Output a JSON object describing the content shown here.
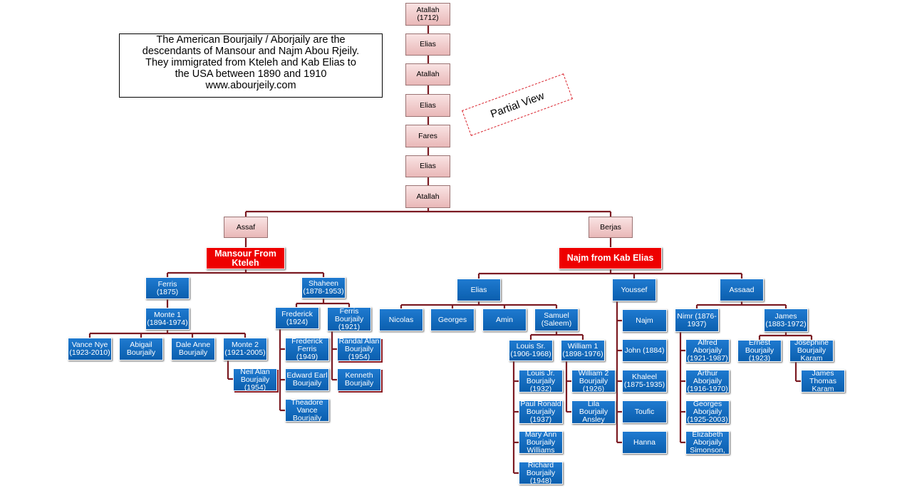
{
  "intro": {
    "lines": [
      "The American Bourjaily / Aborjaily are the",
      "descendants of Mansour and Najm Abou Rjeily.",
      "They immigrated from Kteleh and Kab Elias to",
      "the USA between 1890 and 1910",
      "www.abourjeily.com"
    ]
  },
  "partial_view": "Partial View",
  "ancestors": [
    "Atallah\n(1712)",
    "Elias",
    "Atallah",
    "Elias",
    "Fares",
    "Elias",
    "Atallah"
  ],
  "branches": {
    "left": {
      "name": "Assaf",
      "head": "Mansour From\nKteleh",
      "ferris": "Ferris\n(1875)",
      "monte1": "Monte 1\n(1894-1974)",
      "monte1_children": [
        "Vance Nye\n(1923-2010)",
        "Abigail\nBourjaily",
        "Dale Anne\nBourjaily",
        "Monte 2\n(1921-2005)"
      ],
      "neil": "Neil Alan\nBourjaily\n(1954)",
      "shaheen": "Shaheen\n(1878-1953)",
      "frederick": "Frederick\n(1924)",
      "frederick_children": [
        "Frederick\nFerris\n(1949)",
        "Edward Earl\nBourjaily",
        "Theadore\nVance\nBourjaily"
      ],
      "ferris_b": "Ferris\nBourjaily\n(1921)",
      "ferris_b_children": [
        "Randal Alan\nBourjaily\n(1954)",
        "Kenneth\nBourjaily"
      ]
    },
    "right": {
      "name": "Berjas",
      "head": "Najm from Kab Elias",
      "elias": "Elias",
      "elias_children": [
        "Nicolas",
        "Georges",
        "Amin",
        "Samuel\n(Saleem)"
      ],
      "louis": "Louis Sr.\n(1906-1968)",
      "louis_children": [
        "Louis Jr.\nBourjaily\n(1932)",
        "Paul Ronald\nBourjaily\n(1937)",
        "Mary Ann\nBourjaily\nWilliams",
        "Richard\nBourjaily\n(1948)"
      ],
      "william": "William 1\n(1898-1976)",
      "william_children": [
        "William 2\nBourjaily\n(1926)",
        "Lila\nBourjaily\nAnsley"
      ],
      "youssef": "Youssef",
      "youssef_children": [
        "Najm",
        "John (1884)",
        "Khaleel\n(1875-1935)",
        "Toufic",
        "Hanna"
      ],
      "assaad": "Assaad",
      "nimr": "Nimr (1876-\n1937)",
      "nimr_children": [
        "Alfred\nAborjaily\n(1921-1987)",
        "Arthur\nAborjaily\n(1916-1970)",
        "Georges\nAborjaily\n(1925-2003)",
        "Elizabeth\nAborjaily\nSimonson,"
      ],
      "james": "James\n(1883-1972)",
      "james_children": [
        "Ernest\nBourjaily\n(1923)",
        "Josephine\nBourjaily\nKaram"
      ],
      "james_thomas": "James\nThomas\nKaram"
    }
  }
}
